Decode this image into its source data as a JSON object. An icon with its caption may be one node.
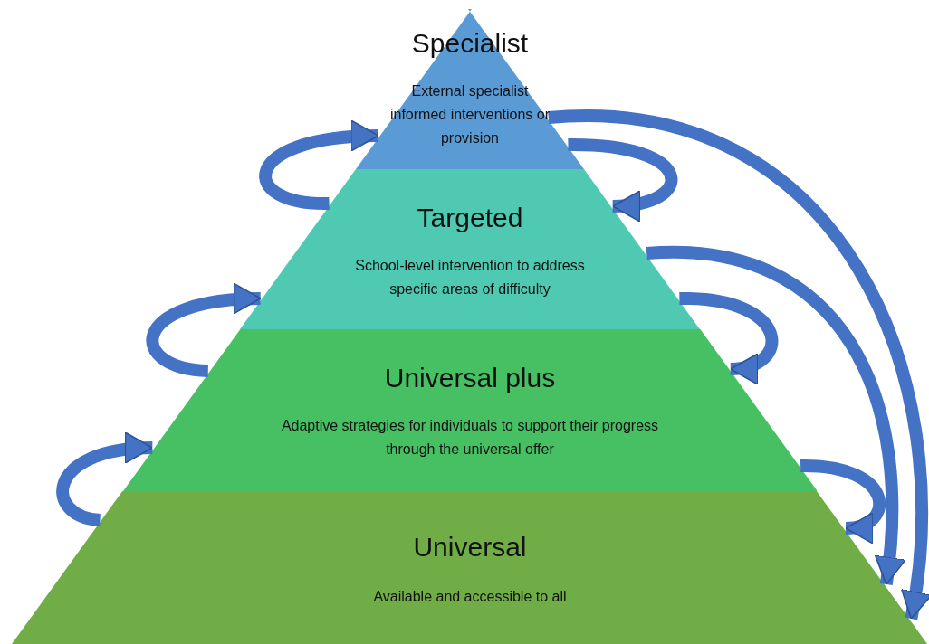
{
  "diagram": {
    "nodes": [
      {
        "text": [
          "Specialist",
          "External specialist informed interventions or provision"
        ]
      },
      {
        "text": [
          "Targeted",
          "School-level intervention to address specific areas of difficulty"
        ]
      },
      {
        "text": [
          "Universal plus",
          "Adaptive strategies for individuals to support their progress  through the universal offer"
        ]
      },
      {
        "text": [
          "Universal",
          "Available and accessible to all"
        ]
      }
    ],
    "edges": [
      {
        "from": 1,
        "to": 0,
        "arrow": "to"
      },
      {
        "from": 2,
        "to": 1,
        "arrow": "to"
      },
      {
        "from": 3,
        "to": 2,
        "arrow": "to"
      },
      {
        "from": 0,
        "to": 1,
        "arrow": "to"
      },
      {
        "from": 1,
        "to": 2,
        "arrow": "to"
      },
      {
        "from": 2,
        "to": 3,
        "arrow": "to"
      },
      {
        "from": 0,
        "to": 3,
        "arrow": "to"
      },
      {
        "from": 1,
        "to": 3,
        "arrow": "to"
      }
    ]
  }
}
